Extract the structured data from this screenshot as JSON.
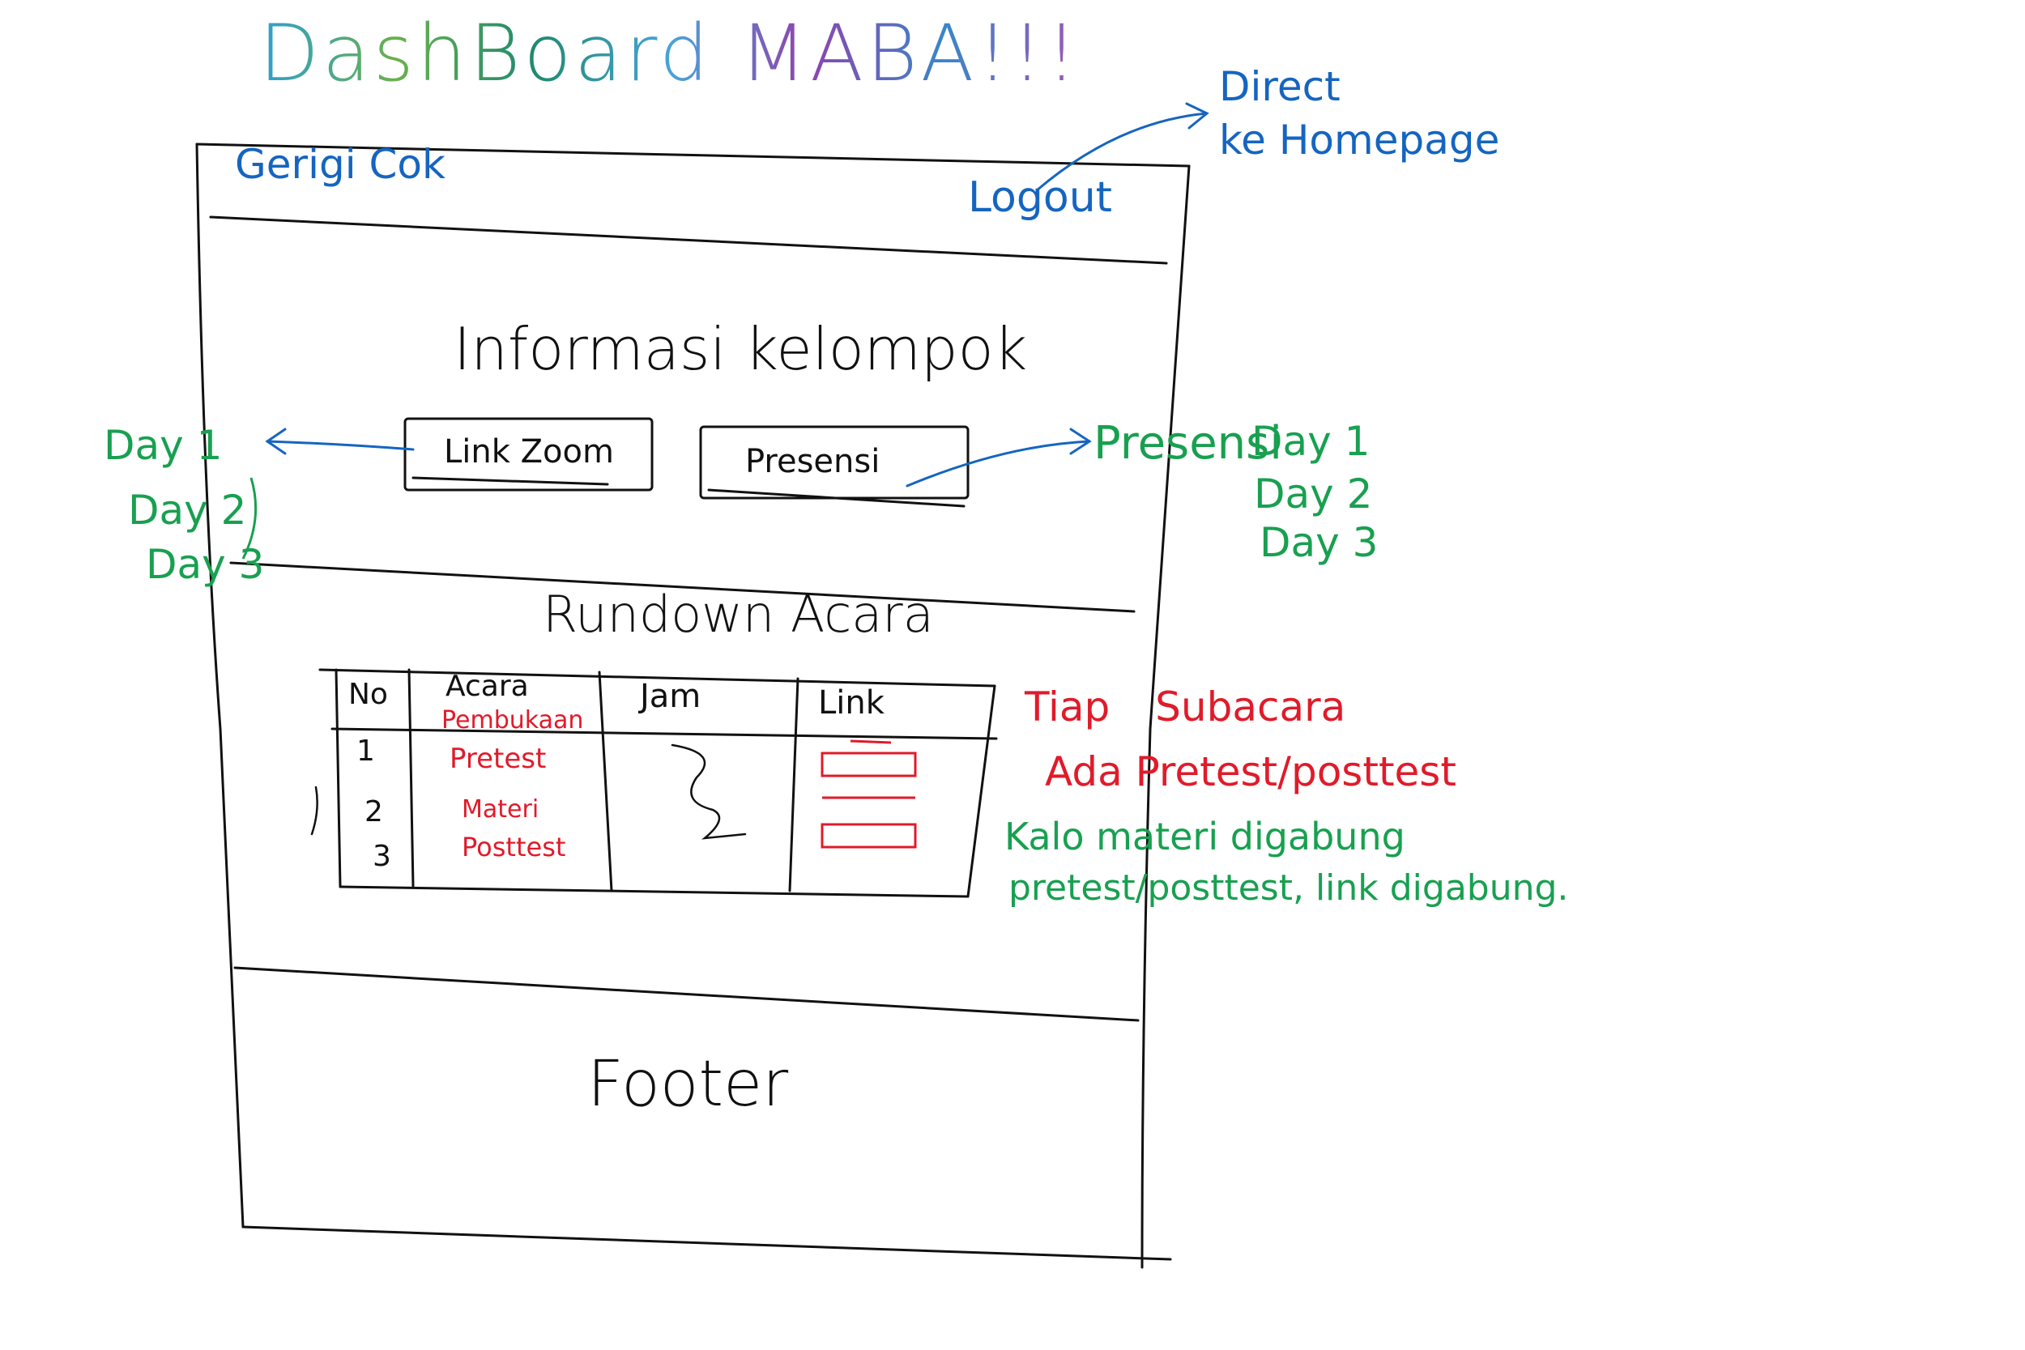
{
  "title": "DashBoard MABA!!!",
  "navbar": {
    "brand": "Gerigi Cok",
    "logout": "Logout"
  },
  "logout_note": {
    "line1": "Direct",
    "line2": "ke Homepage"
  },
  "info_section": {
    "heading": "Informasi kelompok",
    "zoom_button": "Link Zoom",
    "presensi_button": "Presensi"
  },
  "zoom_days": [
    "Day 1",
    "Day 2",
    "Day 3"
  ],
  "presensi_note": {
    "label": "Presensi",
    "days": [
      "Day 1",
      "Day 2",
      "Day 3"
    ]
  },
  "rundown": {
    "heading": "Rundown Acara",
    "columns": [
      "No",
      "Acara",
      "Jam",
      "Link"
    ],
    "numbers": [
      "1",
      "2",
      "3"
    ],
    "acara": [
      "Pembukaan",
      "Pretest",
      "Materi",
      "Posttest"
    ]
  },
  "red_note": {
    "line1": "Tiap Subacara",
    "line2": "Ada Pretest/posttest"
  },
  "green_note": {
    "line1": "Kalo materi digabung",
    "line2": "pretest/posttest, link digabung."
  },
  "footer": "Footer",
  "colors": {
    "blue": "#1565c0",
    "green": "#18a050",
    "red": "#e01b2a",
    "ink": "#111111"
  }
}
